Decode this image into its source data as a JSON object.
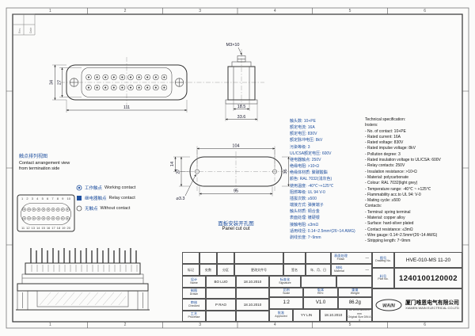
{
  "frame": {
    "zones": [
      "1",
      "2",
      "3",
      "4",
      "5",
      "6"
    ],
    "rev_label": "Rev.",
    "date_label": "Date"
  },
  "front_view": {
    "dim_height": "34",
    "dim_insert_height": "27",
    "dim_width": "111",
    "screw_label": "M3×10",
    "dim_side_inner": "18.5",
    "dim_side_outer": "33.6"
  },
  "cutout": {
    "label_cn": "面板安装开孔图",
    "label_en": "Panel cut out",
    "dim_top": "104",
    "dim_bottom": "95",
    "dim_left": "27",
    "dim_left_half": "14",
    "dim_right": "36",
    "dim_hole": "⌀3.3"
  },
  "arrangement": {
    "label_cn": "触点排列视图",
    "label_en_1": "Contact arrangement view",
    "label_en_2": "from termination side",
    "top_numbers": [
      "1",
      "2",
      "3",
      "4",
      "5",
      "6",
      "7",
      "8",
      "9",
      "10"
    ],
    "bottom_numbers": [
      "11",
      "12",
      "13",
      "14",
      "15",
      "16",
      "17",
      "18",
      "19",
      "20"
    ]
  },
  "legend": {
    "items": [
      {
        "cn": "工作触点",
        "en": "Working contact"
      },
      {
        "cn": "继电器触点",
        "en": "Relay contact"
      },
      {
        "cn": "无触点",
        "en": "Without contact"
      }
    ]
  },
  "specs": {
    "cn_lines": [
      "触头数: 10+PE",
      "额定电流: 16A",
      "额定电压: 830V",
      "额定脉冲电压: 8kV",
      "污染等级: 3",
      "UL/CSA额定电压: 600V",
      "继电器触点: 250V",
      "绝缘电阻: >10⁹Ω",
      "绝缘体材质: 聚碳酸酯",
      "颜色: RAL 7032(浅灰色)",
      "使用温度: -40℃~+125℃",
      "阻燃等级: UL 94 V-0",
      "插拔次数: ≥500",
      "端接方式: 弹簧端子",
      "触头材质: 铜合金",
      "表面处理: 镀硬银",
      "接触电阻: ≤3mΩ",
      "适用线径: 0.14~2.5mm²(26~14 AWG)",
      "剥线长度: 7~9mm"
    ],
    "en_lines": [
      "Technical specification:",
      "Insters:",
      "- No. of contact: 10+PE",
      "- Rated current: 16A",
      "- Rated voltage: 830V",
      "- Rated impulse voltage: 8kV",
      "- Pollution degree: 3",
      "- Rated insulation voltage to UL/CSA: 600V",
      "- Relay contacts: 250V",
      "- Insulation resistance: >10⁹Ω",
      "- Material: polycarbonate",
      "- Colour: RAL 7032(light grey)",
      "- Temperature range: -40℃ ~ +125℃",
      "- Flammability acc.to UL 94: V-0",
      "- Mating cycle: ≥500",
      "Contacts:",
      "- Terminal: spring terminal",
      "- Material: copper alloy",
      "- Surface: hard-silver plated",
      "- Contact resistance: ≤3mΩ",
      "- Wire gauge: 0.14~2.5mm²(26~14 AWG)",
      "- Stripping length: 7~9mm"
    ]
  },
  "title_block": {
    "change_headers": [
      "标记",
      "处数",
      "分区",
      "更改文件号",
      "签名",
      "年、月、日"
    ],
    "finish": {
      "cn": "表面处理",
      "en": "Finish",
      "value": "—"
    },
    "material": {
      "cn": "材料",
      "en": "Material",
      "value": "—"
    },
    "rows": [
      {
        "cn": "设计",
        "en": "Name",
        "name": "BO LUO",
        "date": "18.10.2010"
      },
      {
        "cn": "制图",
        "en": "Drawn",
        "name": "",
        "date": ""
      },
      {
        "cn": "审核",
        "en": "Checked",
        "name": "P RAO",
        "date": "18.10.2010"
      },
      {
        "cn": "工艺",
        "en": "Processe",
        "name": "",
        "date": ""
      }
    ],
    "standardization": {
      "cn": "标准化",
      "en": "Signature"
    },
    "approved": {
      "cn": "批准",
      "en": "Approved",
      "name": "YY LIN",
      "date": "18.10.2010"
    },
    "meta_headers": [
      {
        "cn": "比例",
        "en": "Scale"
      },
      {
        "cn": "版本",
        "en": "REV."
      },
      {
        "cn": "重量",
        "en": "Weight"
      }
    ],
    "meta_values": [
      "1:2",
      "V1.0",
      "86.2g"
    ],
    "dims_note_1": "All Dimensions in mm",
    "dims_note_2": "Original Size DIN A 4",
    "drawing_no": {
      "cn": "图号",
      "en": "Drawing No.",
      "value": "HVE-010-MS 11-20"
    },
    "part_no": {
      "cn": "料号",
      "en": "Part No.",
      "value": "1240100120002"
    },
    "company": {
      "logo": "WAIN",
      "cn": "厦门唯恩电气有限公司",
      "en": "XIAMEN WAIN ELECTRICAL CO.LTD"
    }
  }
}
